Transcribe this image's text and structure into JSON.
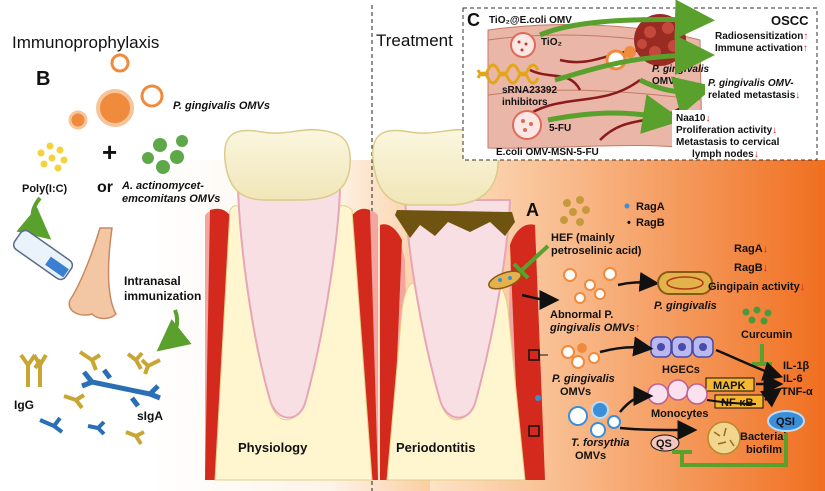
{
  "sections": {
    "left_title": "Immunoprophylaxis",
    "right_title": "Treatment"
  },
  "panel_b": {
    "label": "B",
    "pg_omvs": "P. gingivalis OMVs",
    "plus": "+",
    "or": "or",
    "aa_line1": "A. actinomycet-",
    "aa_line2": "emcomitans OMVs",
    "polyic": "Poly(I:C)",
    "intranasal_line1": "Intranasal",
    "intranasal_line2": "immunization",
    "igg": "IgG",
    "siga": "sIgA"
  },
  "teeth": {
    "physiology": "Physiology",
    "periodontitis": "Periodontitis"
  },
  "panel_c": {
    "label": "C",
    "oscc": "OSCC",
    "tio2_omv": "TiO₂@E.coli OMV",
    "tio2": "TiO₂",
    "srna_line1": "sRNA23392",
    "srna_line2": "inhibitors",
    "pg_line1": "P. gingivalis",
    "pg_line2": "OMVs",
    "fu": "5-FU",
    "ecoli_msn": "E.coli OMV-MSN-5-FU",
    "radio": "Radiosensitization",
    "immune": "Immune activation",
    "pg_omv_line1": "P. gingivalis OMV-",
    "pg_omv_line2": "related metastasis",
    "naa10": "Naa10",
    "prolif": "Proliferation activity",
    "meta_line1": "Metastasis to  cervical",
    "meta_line2": "lymph nodes",
    "up": "↑",
    "down": "↓"
  },
  "panel_a": {
    "label": "A",
    "raga_legend": "RagA",
    "ragb_legend": "RagB",
    "hef_line1": "HEF (mainly",
    "hef_line2": "petroselinic acid)",
    "raga": "RagA",
    "ragb": "RagB",
    "gingipain": "Gingipain activity",
    "abnormal_line1": "Abnormal P.",
    "abnormal_line2": "gingivalis OMVs",
    "pg_center": "P. gingivalis",
    "curcumin": "Curcumin",
    "hgecs": "HGECs",
    "pg_omv_line1": "P. gingivalis",
    "pg_omv_line2": "OMVs",
    "il1b": "IL-1β",
    "il6": "IL-6",
    "tnfa": "TNF-α",
    "mapk": "MAPK",
    "nfkb": "NF-κB",
    "monocytes": "Monocytes",
    "tf_line1": "T. forsythia",
    "tf_line2": "OMVs",
    "qs": "QS",
    "qsi": "QSI",
    "biofilm_line1": "Bacterial",
    "biofilm_line2": "biofilm"
  },
  "colors": {
    "arrow_green": "#5aa02c",
    "down_red": "#e02020",
    "omv_orange": "#f08a3c",
    "bacteria_green": "#5fa84a",
    "omv_blue": "#3a8fd8",
    "gum_red": "#d42a1e"
  }
}
